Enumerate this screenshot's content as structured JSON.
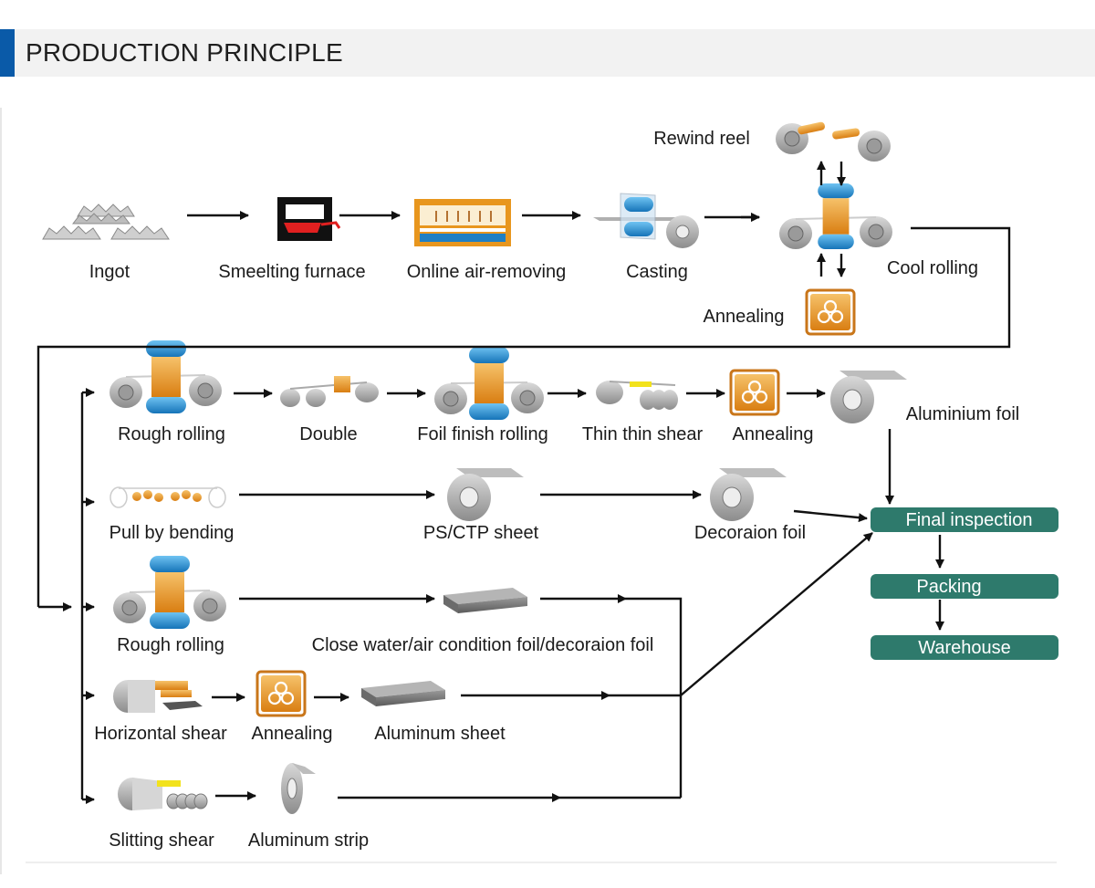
{
  "header": {
    "title": "PRODUCTION PRINCIPLE"
  },
  "labels": {
    "ingot": "Ingot",
    "smelting_furnace": "Smeelting furnace",
    "online_air_removing": "Online air-removing",
    "casting": "Casting",
    "rewind_reel": "Rewind reel",
    "cool_rolling": "Cool rolling",
    "annealing_top": "Annealing",
    "rough_rolling_1": "Rough rolling",
    "double": "Double",
    "foil_finish_rolling": "Foil finish rolling",
    "thin_thin_shear": "Thin thin shear",
    "annealing_2": "Annealing",
    "aluminium_foil": "Aluminium foil",
    "pull_by_bending": "Pull by bending",
    "ps_ctp_sheet": "PS/CTP sheet",
    "decoraion_foil": "Decoraion foil",
    "rough_rolling_2": "Rough rolling",
    "close_water_foil": "Close water/air condition foil/decoraion foil",
    "horizontal_shear": "Horizontal shear",
    "annealing_3": "Annealing",
    "aluminum_sheet": "Aluminum sheet",
    "slitting_shear": "Slitting shear",
    "aluminum_strip": "Aluminum strip"
  },
  "final_steps": {
    "final_inspection": "Final inspection",
    "packing": "Packing",
    "warehouse": "Warehouse"
  },
  "colors": {
    "accent": "#0a5aa8",
    "box": "#2e7a6c",
    "roller_blue": "#1f8fd6",
    "coil_orange": "#e8961e",
    "furnace_red": "#e02020"
  }
}
